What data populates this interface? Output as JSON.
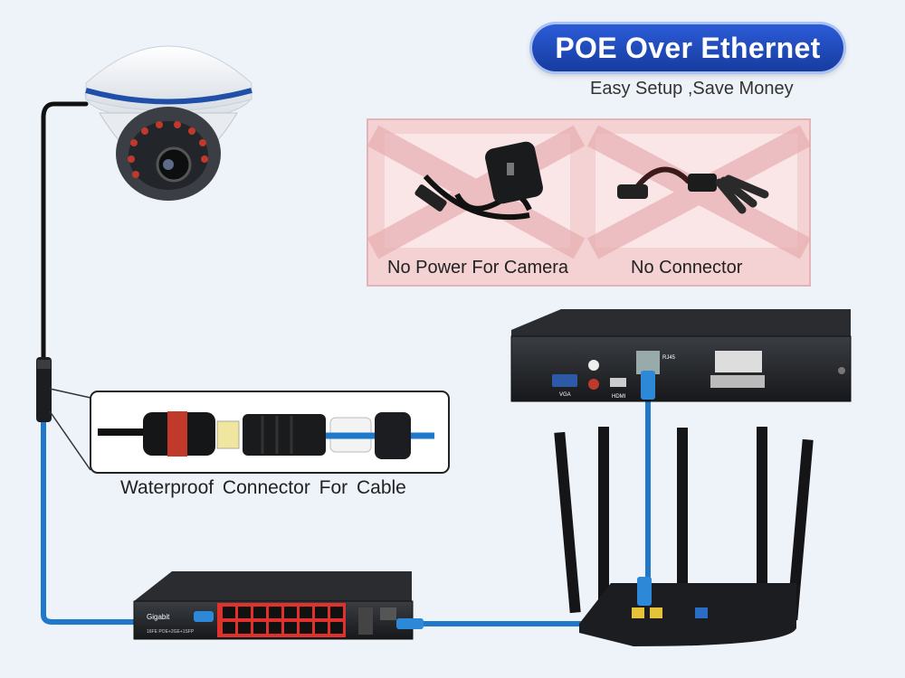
{
  "header": {
    "title": "POE Over Ethernet",
    "tagline": "Easy Setup ,Save Money"
  },
  "no_panel": {
    "left_label": "No Power For Camera",
    "right_label": "No Connector"
  },
  "connector_panel": {
    "caption": "Waterproof Connector For Cable"
  },
  "devices": {
    "nvr_port_labels": [
      "VGA",
      "HDMI",
      "RJ45"
    ],
    "switch_brand": "Gigabit",
    "switch_model": "16FE POE+2GE+1SFP"
  },
  "colors": {
    "cable_blue": "#1f78c9",
    "pill_blue": "#1f4bbf",
    "panel_pink": "#f3cfd0",
    "poe_port_red": "#e0322c"
  },
  "icons": [
    "dome-camera-icon",
    "power-adapter-icon",
    "splitter-cable-icon",
    "nvr-icon",
    "router-icon",
    "poe-switch-icon",
    "waterproof-connector-icon"
  ]
}
